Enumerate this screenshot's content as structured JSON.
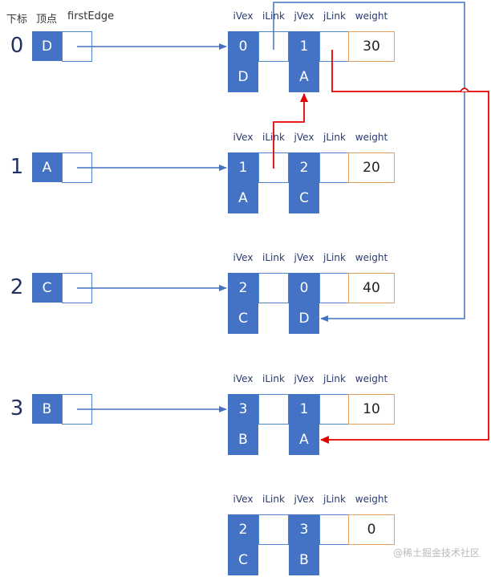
{
  "headers": {
    "index": "下标",
    "vertex": "顶点",
    "first_edge": "firstEdge"
  },
  "field_labels": {
    "ivex": "iVex",
    "ilink": "iLink",
    "jvex": "jVex",
    "jlink": "jLink",
    "weight": "weight"
  },
  "vertices": [
    {
      "index": "0",
      "name": "D"
    },
    {
      "index": "1",
      "name": "A"
    },
    {
      "index": "2",
      "name": "C"
    },
    {
      "index": "3",
      "name": "B"
    }
  ],
  "edges": [
    {
      "ivex": "0",
      "jvex": "1",
      "weight": "30",
      "ivex_name": "D",
      "jvex_name": "A"
    },
    {
      "ivex": "1",
      "jvex": "2",
      "weight": "20",
      "ivex_name": "A",
      "jvex_name": "C"
    },
    {
      "ivex": "2",
      "jvex": "0",
      "weight": "40",
      "ivex_name": "C",
      "jvex_name": "D"
    },
    {
      "ivex": "3",
      "jvex": "1",
      "weight": "10",
      "ivex_name": "B",
      "jvex_name": "A"
    },
    {
      "ivex": "2",
      "jvex": "3",
      "weight": "0",
      "ivex_name": "C",
      "jvex_name": "B"
    }
  ],
  "colors": {
    "node_fill": "#4472c4",
    "blue_link": "#4472c4",
    "red_link": "#e60000",
    "weight_border": "#e8a060"
  },
  "watermark": "@稀土掘金技术社区"
}
